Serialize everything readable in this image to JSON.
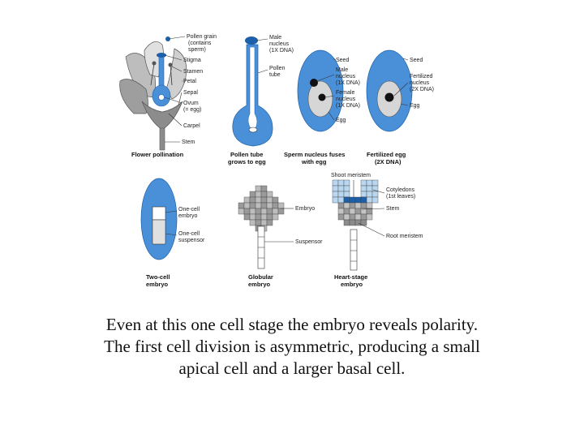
{
  "colors": {
    "blue": "#4a90d9",
    "light_blue": "#b9d7f0",
    "dark_blue": "#1d5fa8",
    "gray": "#8c8c8c",
    "dark_gray": "#555555"
  },
  "flower": {
    "labels": {
      "pollen_grain": "Pollen grain",
      "contains_sperm": "(contains",
      "contains_sperm_2": "sperm)",
      "stigma": "Stigma",
      "stamen": "Stamen",
      "petal": "Petal",
      "sepal": "Sepal",
      "ovum": "Ovum",
      "ovum_egg": "(= egg)",
      "carpel": "Carpel",
      "stem": "Stem"
    },
    "caption": "Flower pollination"
  },
  "pollen_tube": {
    "labels": {
      "male_nucleus": "Male",
      "male_nucleus_2": "nucleus",
      "male_nucleus_3": "(1X DNA)",
      "pollen_tube": "Pollen",
      "pollen_tube_2": "tube"
    },
    "caption": "Pollen tube",
    "caption_2": "grows to egg"
  },
  "fusion": {
    "labels": {
      "seed": "Seed",
      "male": "Male",
      "male_2": "nucleus",
      "male_3": "(1X DNA)",
      "female": "Female",
      "female_2": "nucleus",
      "female_3": "(1X DNA)",
      "egg": "Egg"
    },
    "caption": "Sperm nucleus fuses",
    "caption_2": "with egg"
  },
  "fertilized": {
    "labels": {
      "seed": "Seed",
      "fert_nucleus": "Fertilized",
      "fert_nucleus_2": "nucleus",
      "fert_nucleus_3": "(2X DNA)",
      "egg": "Egg"
    },
    "caption": "Fertilized egg",
    "caption_2": "(2X DNA)"
  },
  "two_cell": {
    "labels": {
      "one_cell_embryo": "One-cell",
      "one_cell_embryo_2": "embryo",
      "one_cell_suspensor": "One-cell",
      "one_cell_suspensor_2": "suspensor"
    },
    "caption": "Two-cell",
    "caption_2": "embryo"
  },
  "globular": {
    "labels": {
      "embryo": "Embryo",
      "suspensor": "Suspensor"
    },
    "caption": "Globular",
    "caption_2": "embryo"
  },
  "heart": {
    "labels": {
      "shoot_meristem": "Shoot meristem",
      "cotyledons": "Cotyledons",
      "cotyledons_2": "(1st leaves)",
      "stem": "Stem",
      "root_meristem": "Root meristem"
    },
    "caption": "Heart-stage",
    "caption_2": "embryo"
  },
  "caption": {
    "line1": "Even at this one cell stage the embryo reveals polarity.",
    "line2": "The first cell division is asymmetric, producing a small",
    "line3": "apical cell and a larger basal cell."
  }
}
